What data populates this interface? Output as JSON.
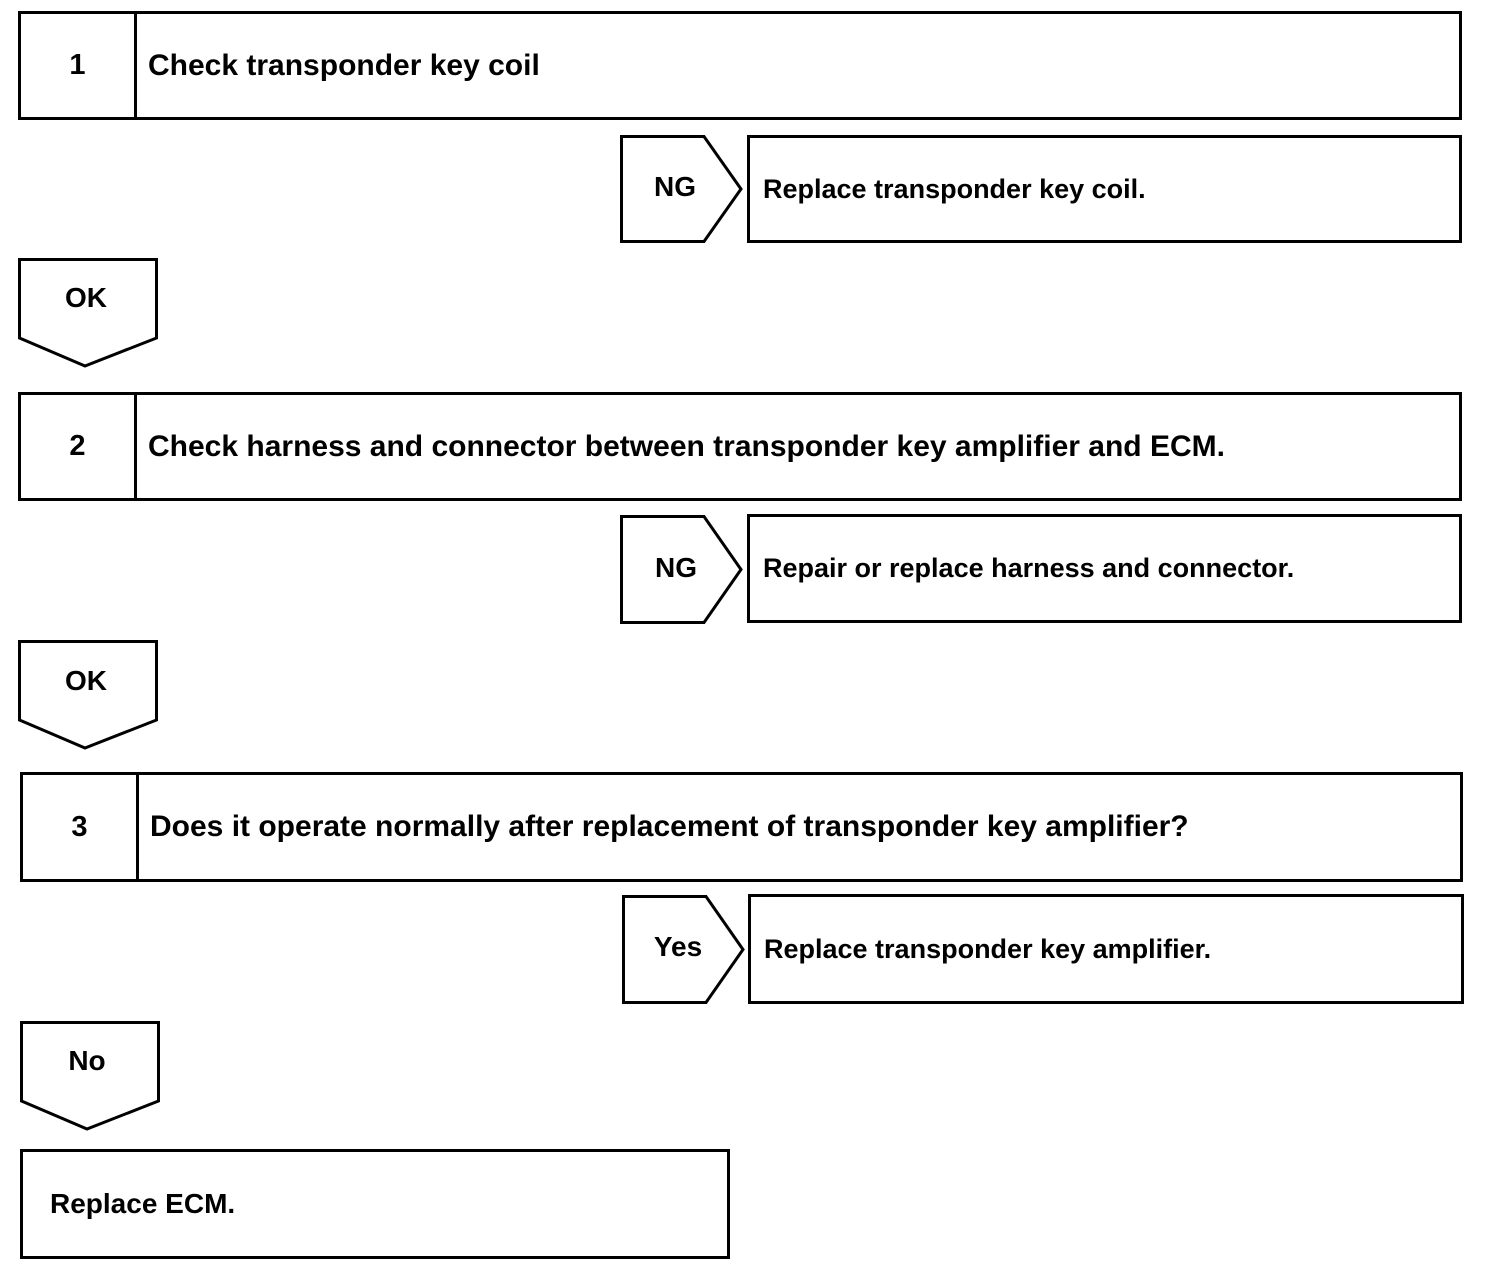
{
  "steps": [
    {
      "number": "1",
      "text": "Check transponder key coil"
    },
    {
      "number": "2",
      "text": "Check harness and connector between transponder key amplifier and ECM."
    },
    {
      "number": "3",
      "text": "Does it operate normally after replacement of transponder key amplifier?"
    }
  ],
  "branches": [
    {
      "label": "NG",
      "result": "Replace transponder key coil."
    },
    {
      "label": "NG",
      "result": "Repair or replace harness and connector."
    },
    {
      "label": "Yes",
      "result": "Replace transponder key amplifier."
    }
  ],
  "continues": [
    {
      "label": "OK"
    },
    {
      "label": "OK"
    },
    {
      "label": "No"
    }
  ],
  "final": {
    "text": "Replace ECM."
  }
}
